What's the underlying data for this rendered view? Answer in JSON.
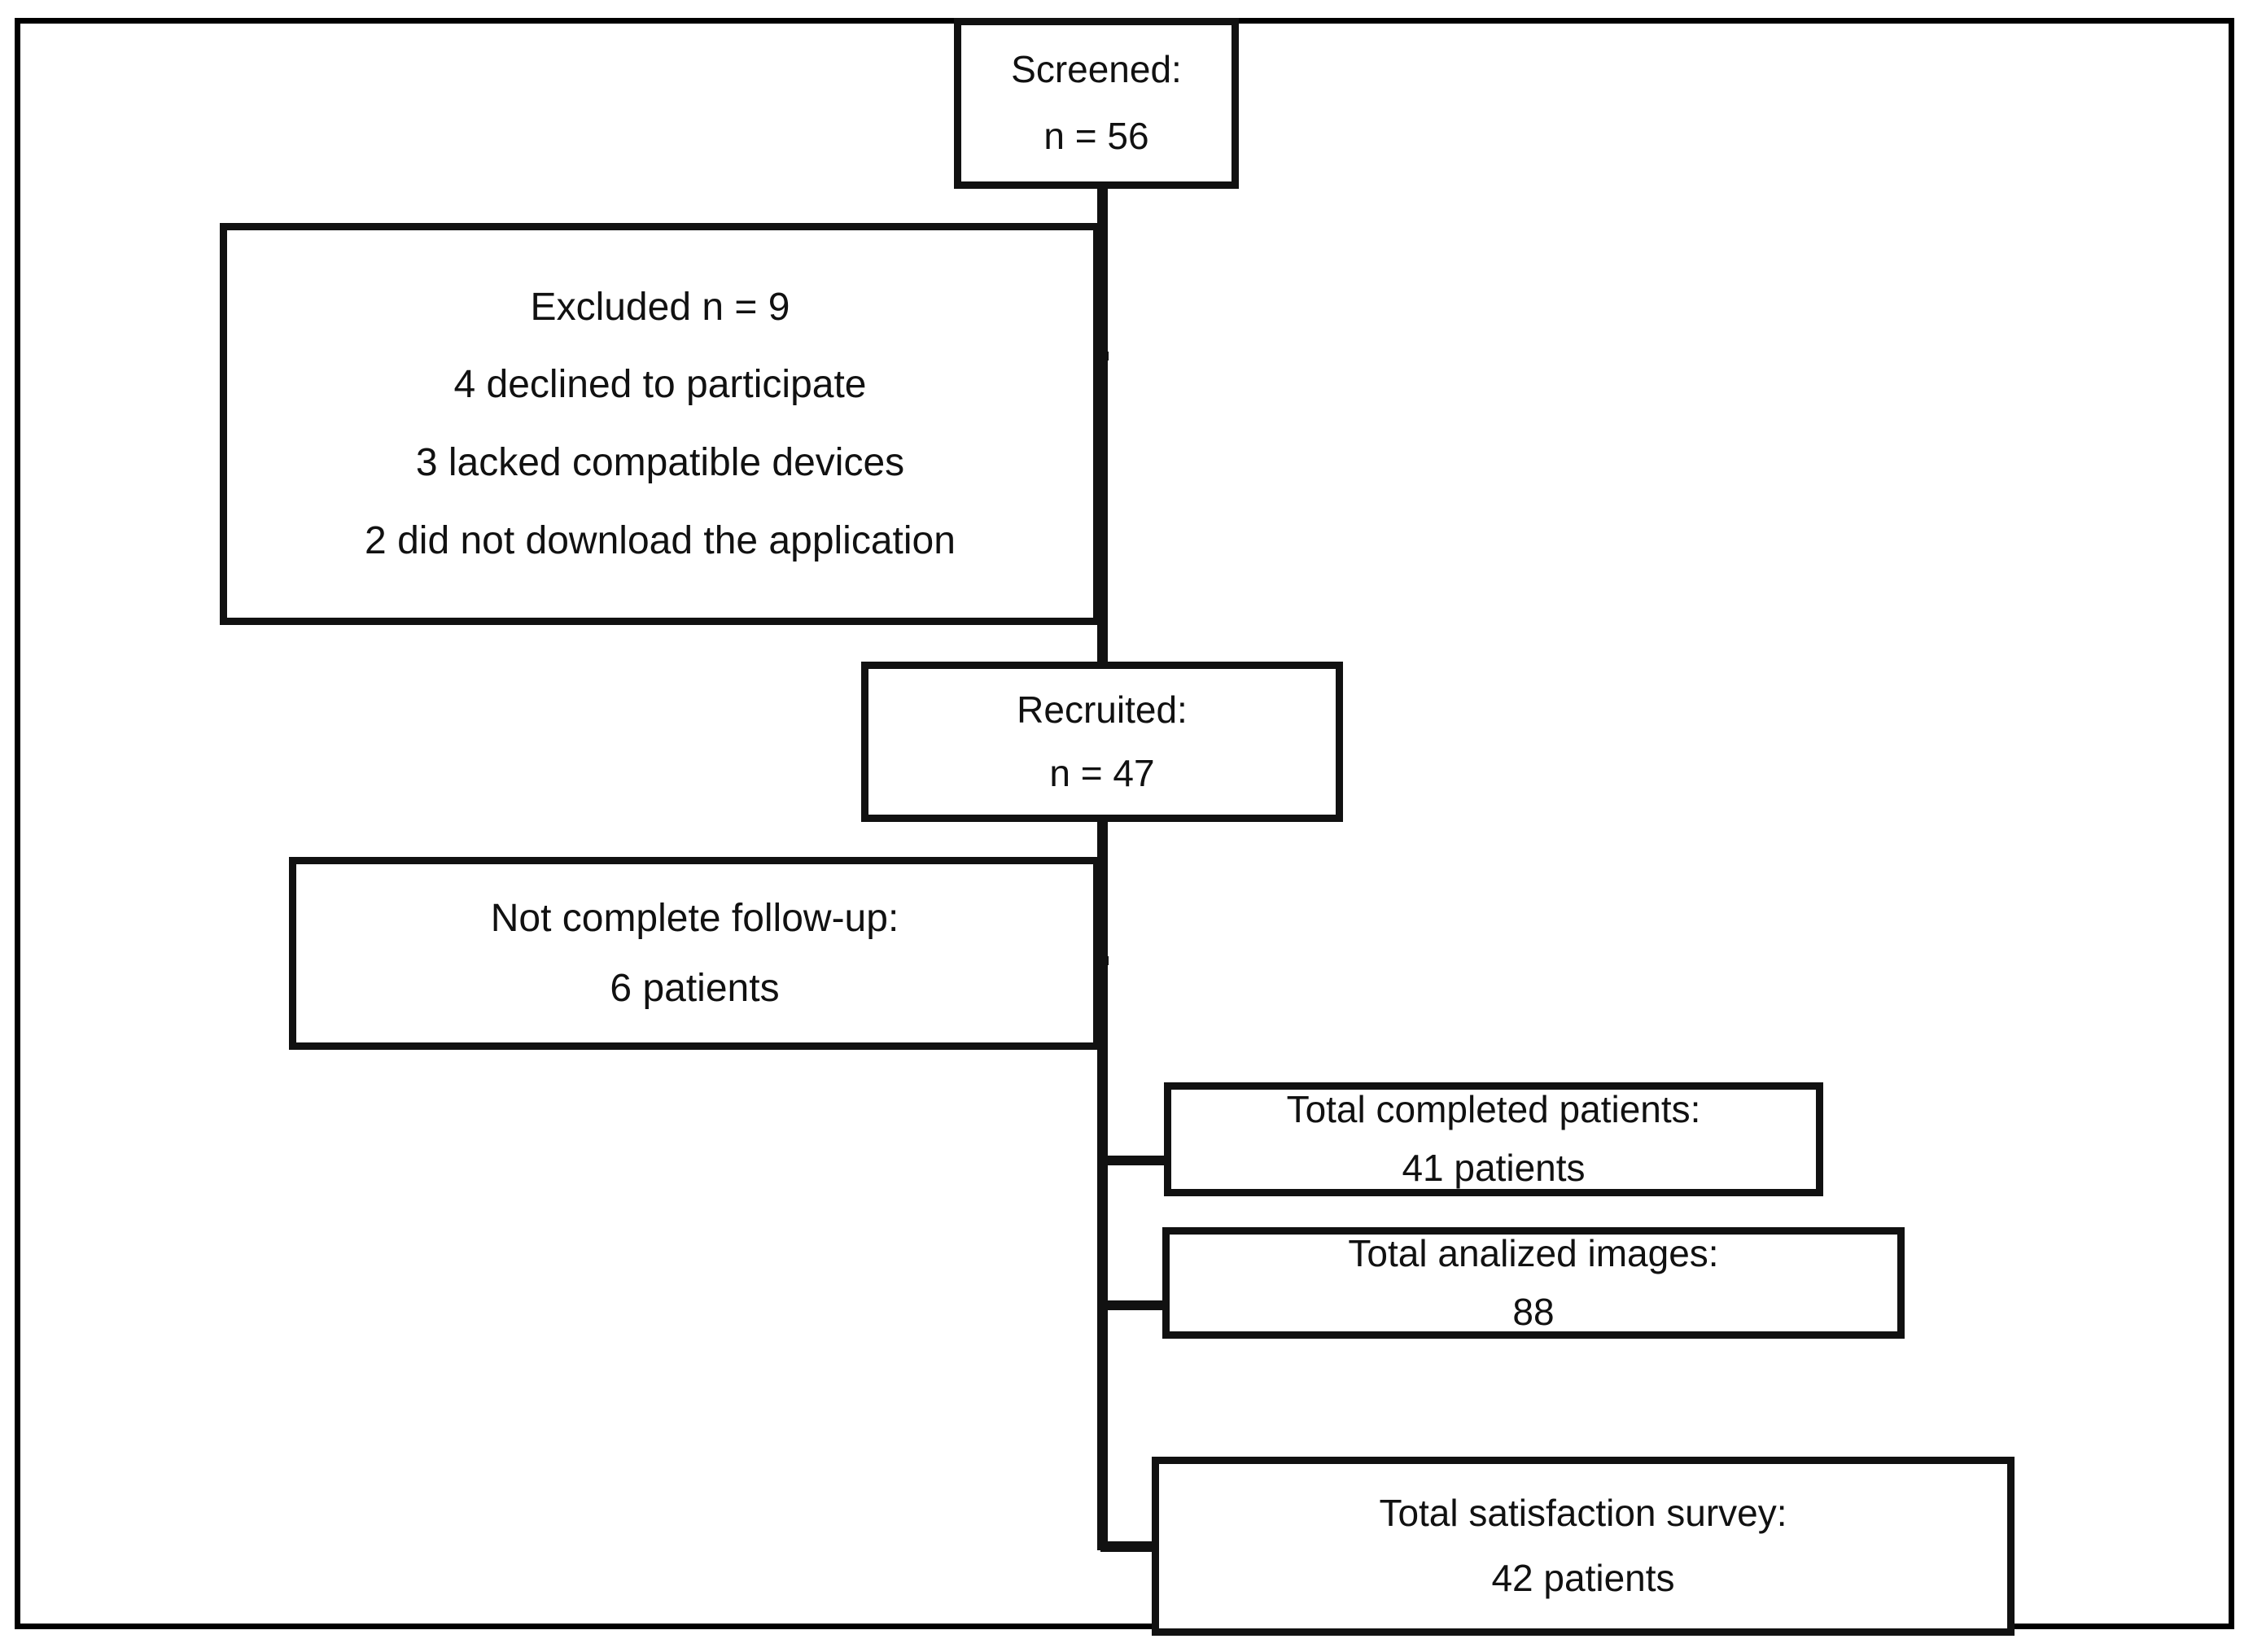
{
  "figure": {
    "type": "participant-flow-diagram",
    "frame_color": "#000000",
    "box_border_color": "#111111",
    "background_color": "#ffffff"
  },
  "nodes": {
    "screened": {
      "name": "screened",
      "line1": "Screened:",
      "line2": "n = 56",
      "count": 56
    },
    "excluded": {
      "name": "excluded",
      "line1": "Excluded n = 9",
      "line2": "4 declined to participate",
      "line3": "3 lacked compatible devices",
      "line4": "2 did not download the application",
      "count": 9
    },
    "recruited": {
      "name": "recruited",
      "line1": "Recruited:",
      "line2": "n = 47",
      "count": 47
    },
    "followup": {
      "name": "not-complete-follow-up",
      "line1": "Not complete follow-up:",
      "line2": "6 patients",
      "count": 6
    },
    "completed": {
      "name": "total-completed-patients",
      "line1": "Total completed patients:",
      "line2": "41 patients",
      "count": 41
    },
    "images": {
      "name": "total-analized-images",
      "line1": "Total analized images:",
      "line2": "88",
      "count": 88
    },
    "survey": {
      "name": "total-satisfaction-survey",
      "line1": "Total satisfaction survey:",
      "line2": "42 patients",
      "count": 42
    }
  },
  "chart_data": {
    "type": "diagram",
    "title": "",
    "nodes": [
      {
        "id": "screened",
        "label": "Screened: n = 56",
        "value": 56
      },
      {
        "id": "excluded",
        "label": "Excluded n = 9",
        "value": 9
      },
      {
        "id": "recruited",
        "label": "Recruited: n = 47",
        "value": 47
      },
      {
        "id": "followup",
        "label": "Not complete follow-up: 6 patients",
        "value": 6
      },
      {
        "id": "completed",
        "label": "Total completed patients: 41 patients",
        "value": 41
      },
      {
        "id": "images",
        "label": "Total analized images: 88",
        "value": 88
      },
      {
        "id": "survey",
        "label": "Total satisfaction survey: 42 patients",
        "value": 42
      }
    ],
    "edges": [
      {
        "from": "screened",
        "to": "excluded"
      },
      {
        "from": "screened",
        "to": "recruited"
      },
      {
        "from": "recruited",
        "to": "followup"
      },
      {
        "from": "recruited",
        "to": "completed"
      },
      {
        "from": "recruited",
        "to": "images"
      },
      {
        "from": "recruited",
        "to": "survey"
      }
    ]
  }
}
